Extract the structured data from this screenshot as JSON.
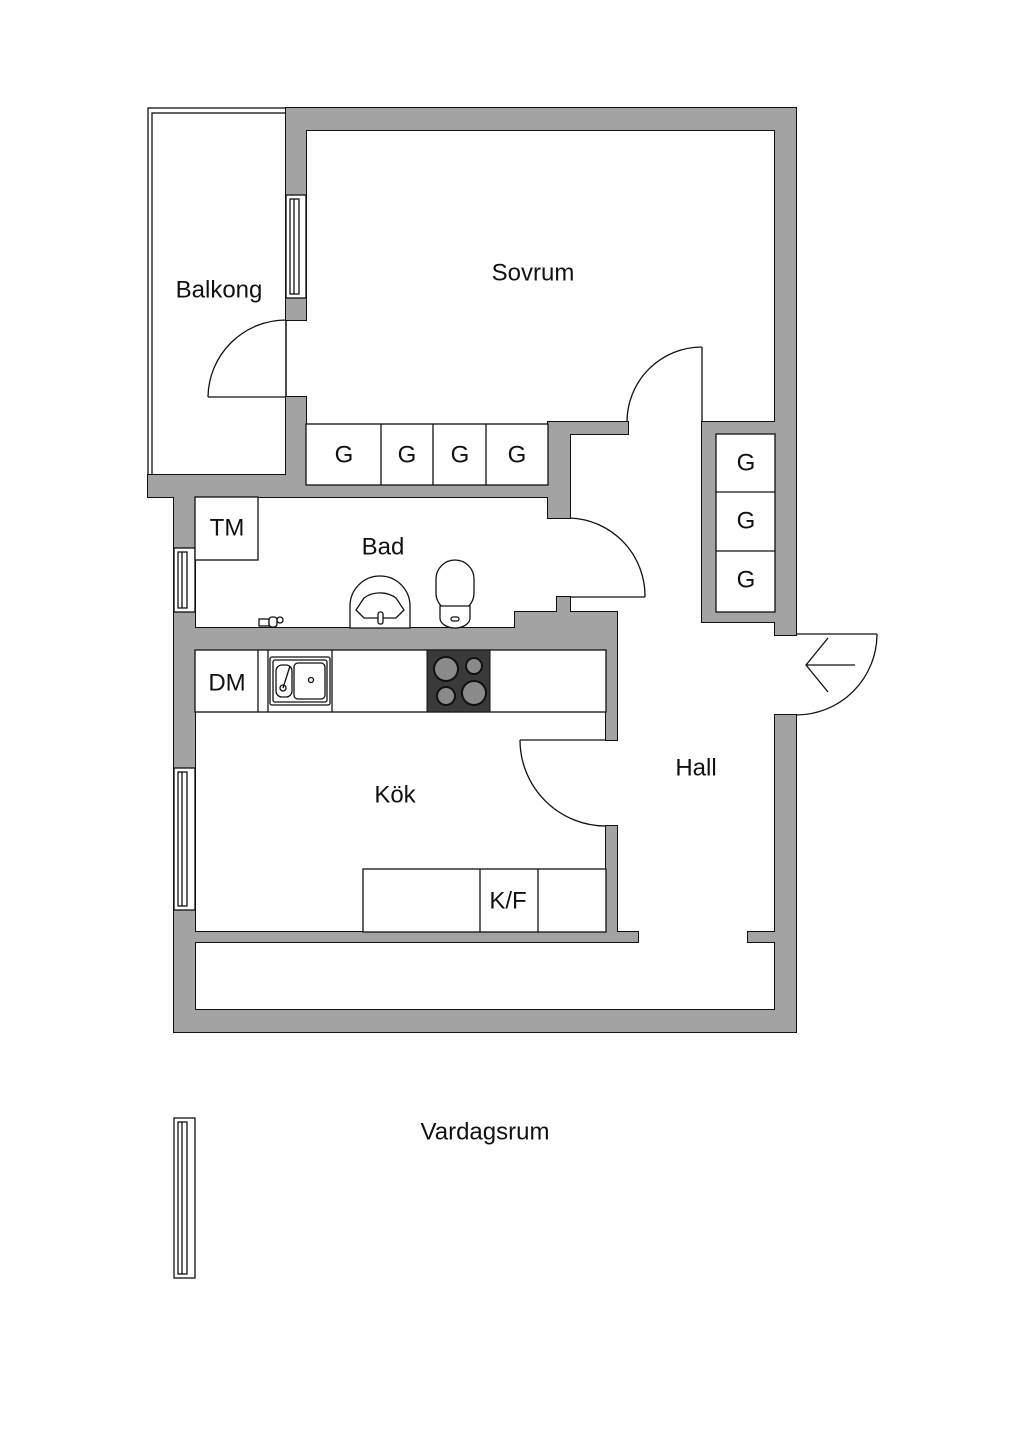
{
  "colors": {
    "wall": "#a3a3a3",
    "line": "#111111",
    "stove": "#3a3a3a",
    "burner": "#8a8a8a"
  },
  "rooms": {
    "balkong": "Balkong",
    "sovrum": "Sovrum",
    "bad": "Bad",
    "kok": "Kök",
    "hall": "Hall",
    "vardagsrum": "Vardagsrum"
  },
  "fixtures": {
    "tm": "TM",
    "dm": "DM",
    "kf": "K/F"
  },
  "closets": {
    "top": [
      "G",
      "G",
      "G",
      "G"
    ],
    "right": [
      "G",
      "G",
      "G"
    ]
  },
  "icons": {
    "entrance": "arrow-left-icon"
  }
}
